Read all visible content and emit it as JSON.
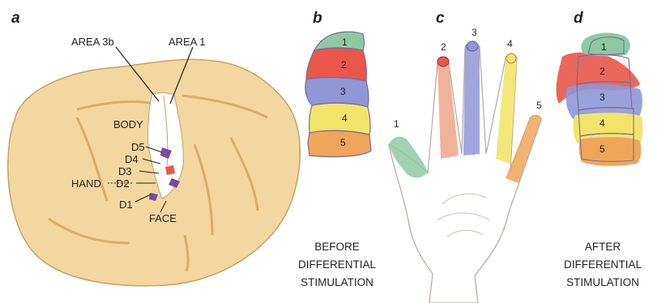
{
  "panels": {
    "a": "a",
    "b": "b",
    "c": "c",
    "d": "d"
  },
  "brain": {
    "area_3b": "AREA 3b",
    "area_1": "AREA 1",
    "body": "BODY",
    "hand": "HAND",
    "face": "FACE",
    "digits": [
      "D5",
      "D4",
      "D3",
      "D2",
      "D1"
    ]
  },
  "before_map": {
    "numbers": [
      "1",
      "2",
      "3",
      "4",
      "5"
    ]
  },
  "hand_digits": {
    "numbers": [
      "1",
      "2",
      "3",
      "4",
      "5"
    ]
  },
  "after_map": {
    "numbers": [
      "1",
      "2",
      "3",
      "4",
      "5"
    ]
  },
  "captions": {
    "before": [
      "BEFORE",
      "DIFFERENTIAL",
      "STIMULATION"
    ],
    "after": [
      "AFTER",
      "DIFFERENTIAL",
      "STIMULATION"
    ]
  },
  "colors": {
    "digit_1": "#8fc9a4",
    "digit_2": "#e8574a",
    "digit_3": "#8f97d6",
    "digit_4": "#f2e46a",
    "digit_5": "#efa55a",
    "brain": "#f3d7a0"
  }
}
